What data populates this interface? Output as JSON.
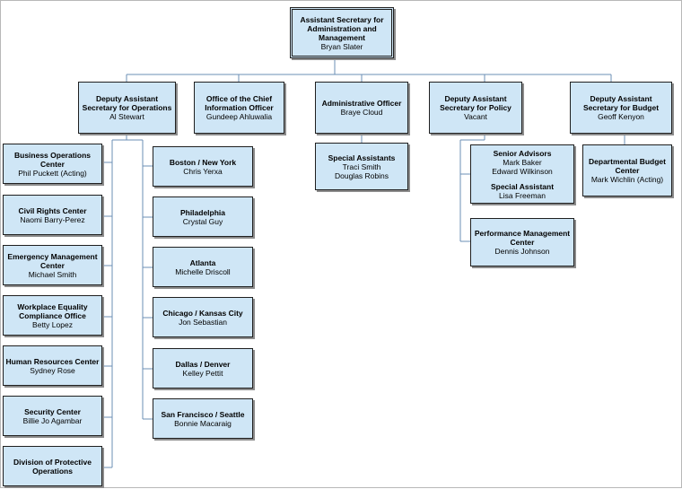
{
  "top": {
    "title": "Assistant Secretary for Administration and Management",
    "name": "Bryan Slater"
  },
  "level2": [
    {
      "title": "Deputy Assistant Secretary for Operations",
      "name": "Al Stewart"
    },
    {
      "title": "Office of the Chief Information Officer",
      "name": "Gundeep Ahluwalia"
    },
    {
      "title": "Administrative Officer",
      "name": "Braye Cloud"
    },
    {
      "title": "Deputy Assistant Secretary for Policy",
      "name": "Vacant"
    },
    {
      "title": "Deputy Assistant Secretary for Budget",
      "name": "Geoff Kenyon"
    }
  ],
  "operations_centers": [
    {
      "title": "Business Operations Center",
      "name": "Phil Puckett (Acting)"
    },
    {
      "title": "Civil Rights Center",
      "name": "Naomi Barry-Perez"
    },
    {
      "title": "Emergency Management Center",
      "name": "Michael Smith"
    },
    {
      "title": "Workplace Equality Compliance Office",
      "name": "Betty Lopez"
    },
    {
      "title": "Human Resources Center",
      "name": "Sydney Rose"
    },
    {
      "title": "Security Center",
      "name": "Billie Jo Agambar"
    },
    {
      "title": "Division of Protective Operations",
      "name": ""
    }
  ],
  "regions": [
    {
      "title": "Boston / New York",
      "name": "Chris Yerxa"
    },
    {
      "title": "Philadelphia",
      "name": "Crystal Guy"
    },
    {
      "title": "Atlanta",
      "name": "Michelle Driscoll"
    },
    {
      "title": "Chicago / Kansas City",
      "name": "Jon Sebastian"
    },
    {
      "title": "Dallas / Denver",
      "name": "Kelley Pettit"
    },
    {
      "title": "San Francisco / Seattle",
      "name": "Bonnie Macaraig"
    }
  ],
  "special_assistants": {
    "title": "Special Assistants",
    "names": [
      "Traci Smith",
      "Douglas Robins"
    ]
  },
  "policy": {
    "senior_advisors": {
      "title": "Senior Advisors",
      "names": [
        "Mark Baker",
        "Edward Wilkinson"
      ]
    },
    "special_assistant": {
      "title": "Special Assistant",
      "names": [
        "Lisa Freeman"
      ]
    },
    "performance": {
      "title": "Performance Management Center",
      "name": "Dennis Johnson"
    }
  },
  "budget_center": {
    "title": "Departmental Budget Center",
    "name": "Mark Wichlin (Acting)"
  },
  "colors": {
    "box_fill": "#cfe6f6",
    "connector": "#6b8fb5",
    "border": "#1f1f1f"
  }
}
